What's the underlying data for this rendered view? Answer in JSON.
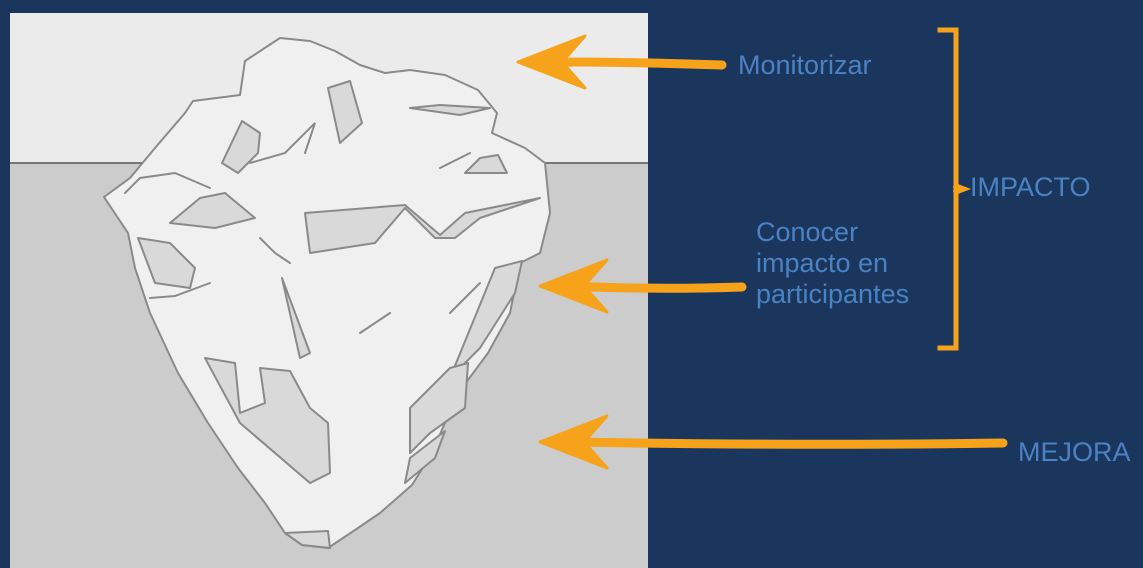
{
  "labels": {
    "monitorizar": "Monitorizar",
    "conocer_lines": [
      "Conocer",
      "impacto en",
      "participantes"
    ],
    "impacto": "IMPACTO",
    "mejora": "MEJORA"
  },
  "colors": {
    "background": "#1b365d",
    "accent_arrow": "#f7a21b",
    "label_text": "#4a82c3",
    "sky": "#ebebeb",
    "water": "#cccccc",
    "ice": "#f0f0f0",
    "ice_shadow": "#d9d9d9",
    "ice_outline": "#8a8a8a"
  }
}
